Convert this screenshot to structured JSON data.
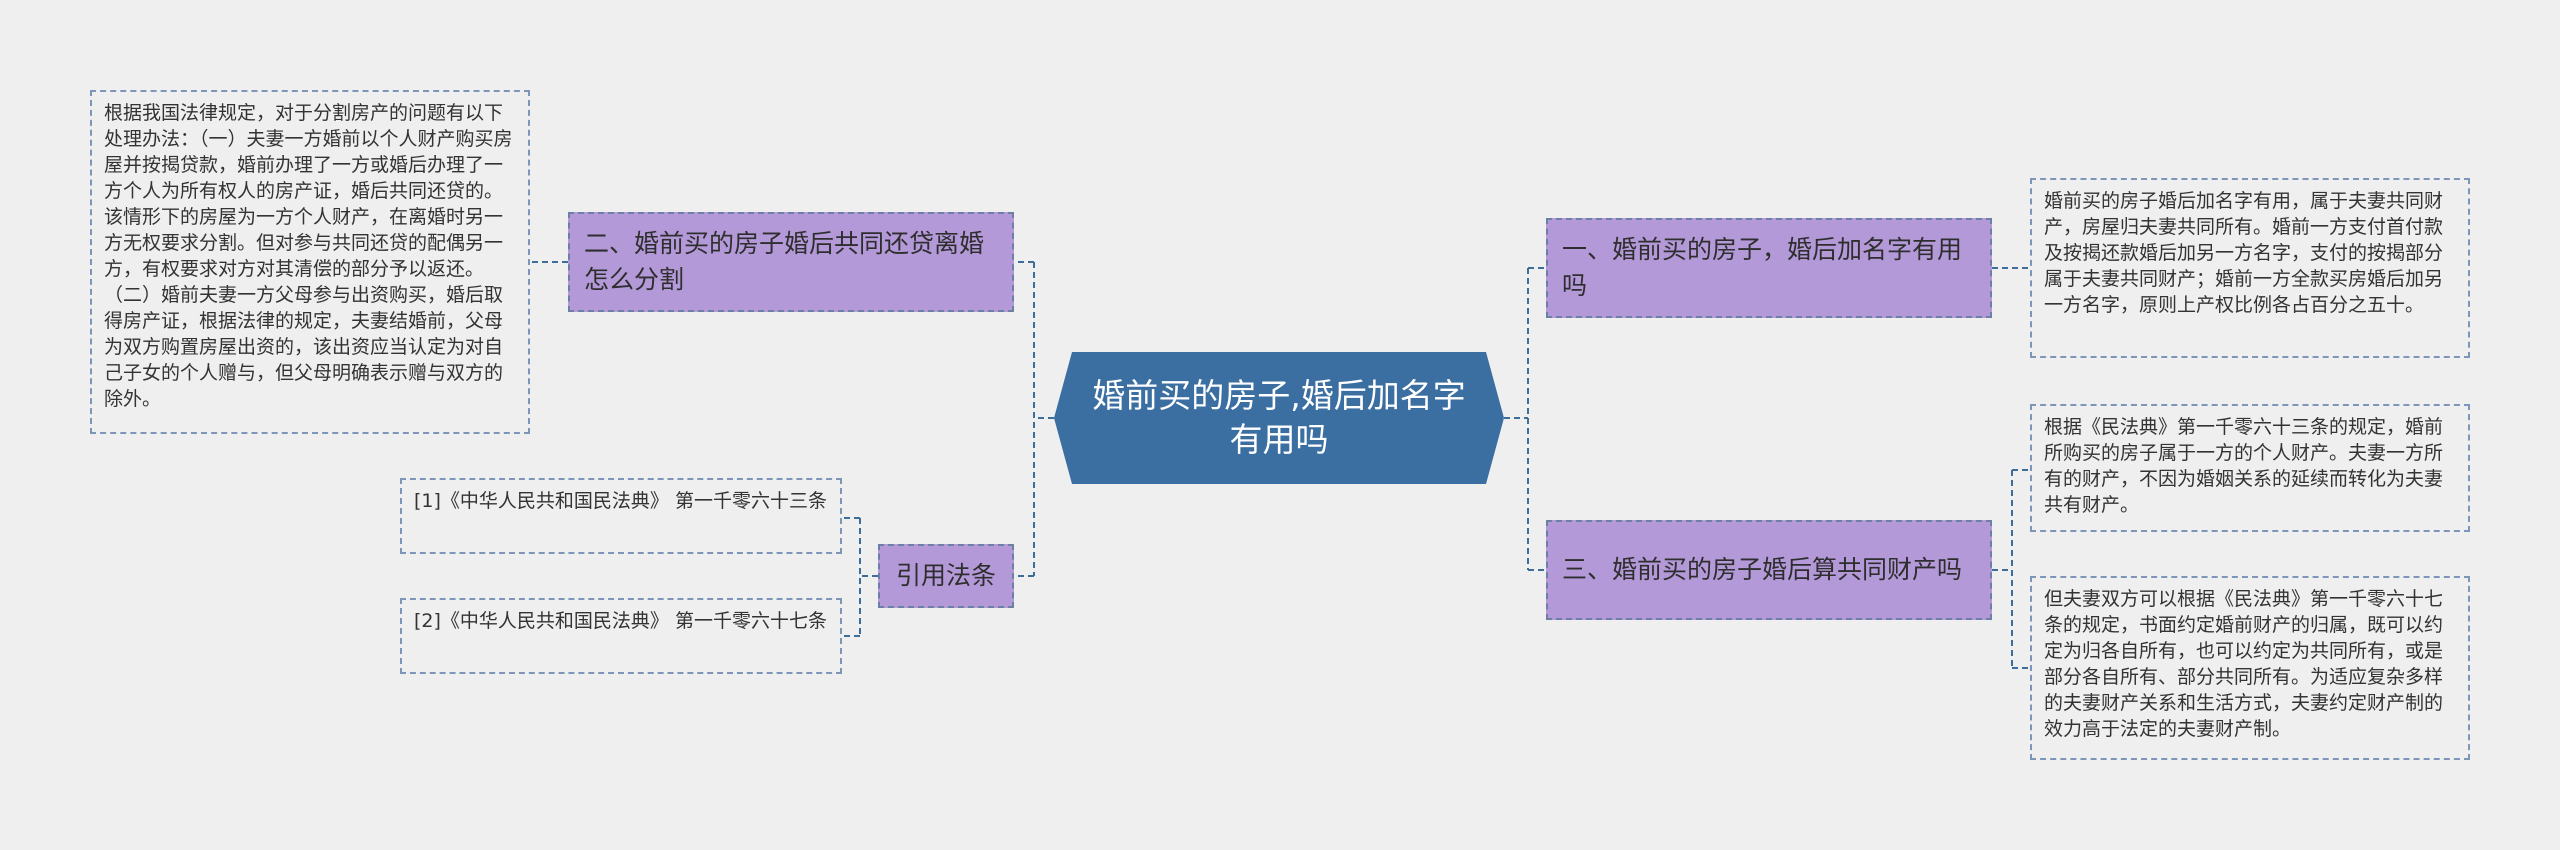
{
  "root": {
    "title": "婚前买的房子,婚后加名字有用吗"
  },
  "topics": {
    "t1": "一、婚前买的房子，婚后加名字有用吗",
    "t2": "二、婚前买的房子婚后共同还贷离婚怎么分割",
    "t3": "三、婚前买的房子婚后算共同财产吗",
    "t4": "引用法条"
  },
  "leaves": {
    "l1": "婚前买的房子婚后加名字有用，属于夫妻共同财产，房屋归夫妻共同所有。婚前一方支付首付款及按揭还款婚后加另一方名字，支付的按揭部分属于夫妻共同财产；婚前一方全款买房婚后加另一方名字，原则上产权比例各占百分之五十。",
    "l2": "根据我国法律规定，对于分割房产的问题有以下处理办法：（一）夫妻一方婚前以个人财产购买房屋并按揭贷款，婚前办理了一方或婚后办理了一方个人为所有权人的房产证，婚后共同还贷的。该情形下的房屋为一方个人财产，在离婚时另一方无权要求分割。但对参与共同还贷的配偶另一方，有权要求对方对其清偿的部分予以返还。（二）婚前夫妻一方父母参与出资购买，婚后取得房产证，根据法律的规定，夫妻结婚前，父母为双方购置房屋出资的，该出资应当认定为对自己子女的个人赠与，但父母明确表示赠与双方的除外。",
    "l3": "根据《民法典》第一千零六十三条的规定，婚前所购买的房子属于一方的个人财产。夫妻一方所有的财产，不因为婚姻关系的延续而转化为夫妻共有财产。",
    "l4": "但夫妻双方可以根据《民法典》第一千零六十七条的规定，书面约定婚前财产的归属，既可以约定为归各自所有，也可以约定为共同所有，或是部分各自所有、部分共同所有。为适应复杂多样的夫妻财产关系和生活方式，夫妻约定财产制的效力高于法定的夫妻财产制。",
    "l5": "[1]《中华人民共和国民法典》 第一千零六十三条",
    "l6": "[2]《中华人民共和国民法典》 第一千零六十七条"
  },
  "colors": {
    "background": "#efefef",
    "root_fill": "#3b6fa1",
    "topic_fill": "#b499d9",
    "leaf_border": "#7d95b8",
    "connector": "#3d6e9a"
  }
}
